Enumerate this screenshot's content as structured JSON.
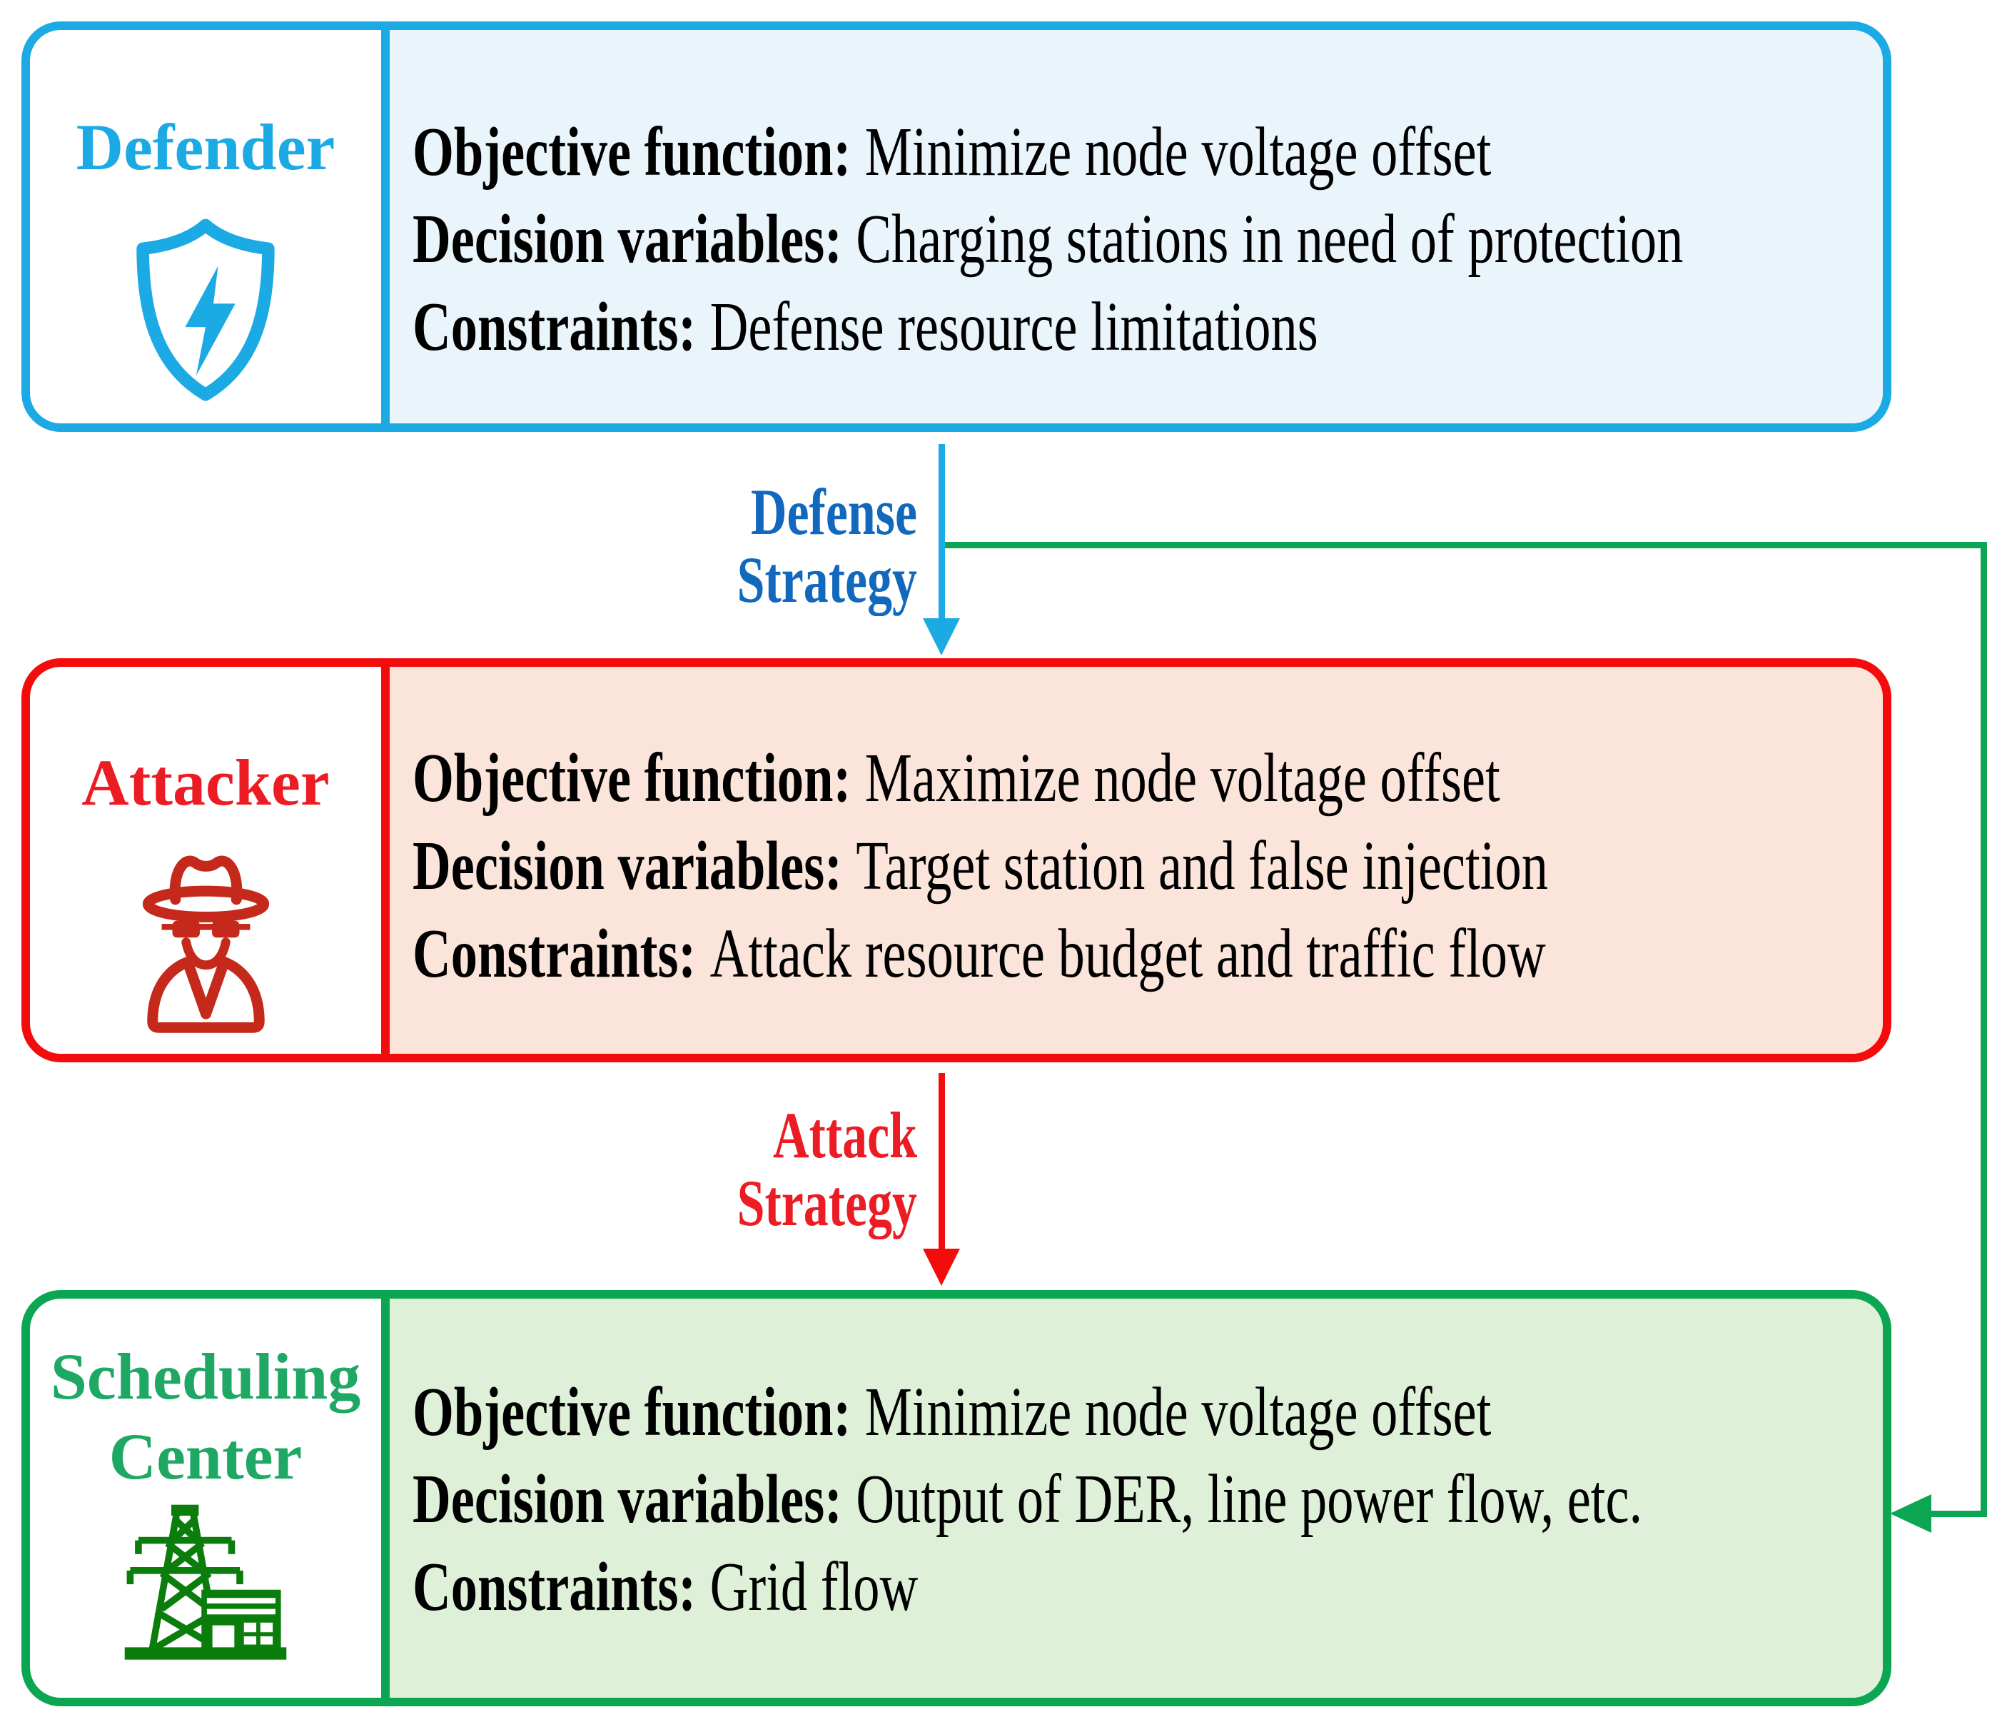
{
  "boxes": [
    {
      "name": "defender",
      "title": "Defender",
      "icon": "shield-lightning-icon",
      "accent_color": "#1BAAE3",
      "fill_color": "#E9F4FB",
      "rows": [
        {
          "label": "Objective function:",
          "text": "Minimize node voltage offset"
        },
        {
          "label": "Decision variables:",
          "text": "Charging stations in need of protection"
        },
        {
          "label": "Constraints:",
          "text": "Defense resource limitations"
        }
      ]
    },
    {
      "name": "attacker",
      "title": "Attacker",
      "icon": "spy-icon",
      "accent_color": "#F40B0B",
      "title_color": "#EC1C24",
      "fill_color": "#FBE5DA",
      "rows": [
        {
          "label": "Objective function:",
          "text": "Maximize node voltage offset"
        },
        {
          "label": "Decision variables:",
          "text": "Target station and false injection"
        },
        {
          "label": "Constraints:",
          "text": "Attack resource budget and traffic flow"
        }
      ]
    },
    {
      "name": "scheduling-center",
      "title_lines": [
        "Scheduling",
        "Center"
      ],
      "icon": "power-grid-icon",
      "accent_color": "#0CA551",
      "title_color": "#1FA863",
      "fill_color": "#DFF0D9",
      "rows": [
        {
          "label": "Objective function:",
          "text": "Minimize node voltage offset"
        },
        {
          "label": "Decision variables:",
          "text": "Output of DER, line power flow, etc."
        },
        {
          "label": "Constraints:",
          "text": "Grid flow"
        }
      ]
    }
  ],
  "arrows": [
    {
      "name": "defense-strategy",
      "label_lines": [
        "Defense",
        "Strategy"
      ],
      "color": "#1BAAE3",
      "label_color": "#1268BC"
    },
    {
      "name": "attack-strategy",
      "label_lines": [
        "Attack",
        "Strategy"
      ],
      "color": "#F40B0B",
      "label_color": "#EC1C24"
    },
    {
      "name": "defense-to-scheduling-feedback",
      "color": "#0CA551"
    }
  ]
}
